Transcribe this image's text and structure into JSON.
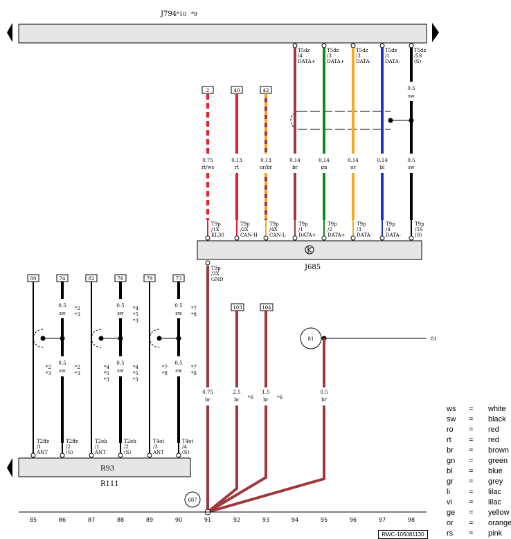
{
  "top_unit": {
    "label": "J794",
    "notes": [
      "*10",
      "*9"
    ]
  },
  "bottom_unit": {
    "label": "R93",
    "sublabel": "R111"
  },
  "mid_unit": {
    "label": "J685"
  },
  "columns": [
    "85",
    "86",
    "87",
    "88",
    "89",
    "90",
    "91",
    "92",
    "93",
    "94",
    "95",
    "96",
    "97",
    "98"
  ],
  "upper_wires": [
    {
      "ref": "2",
      "top": "",
      "size": "0.75",
      "color": "rt/ws",
      "pin": "T9p",
      "pin2": "/1X",
      "pin3": "KL30",
      "stroke": "#ee1c24",
      "stroke2": "#ffffff",
      "dashed": true
    },
    {
      "ref": "40",
      "top": "",
      "size": "0.13",
      "color": "rt",
      "pin": "T9p",
      "pin2": "/2X",
      "pin3": "CAN-H",
      "stroke": "#ee1c24"
    },
    {
      "ref": "42",
      "top": "",
      "size": "0.13",
      "color": "or/br",
      "pin": "T9p",
      "pin2": "/4X",
      "pin3": "CAN-L",
      "stroke": "#f7a823",
      "stroke2": "#a0373c"
    },
    {
      "ref": "",
      "top": "T5dz /4 DATA+",
      "size": "0.14",
      "color": "br",
      "pin": "T9p",
      "pin2": "/1",
      "pin3": "DATA+",
      "stroke": "#a0373c"
    },
    {
      "ref": "",
      "top": "T5dz /3 DATA+",
      "size": "0.14",
      "color": "gn",
      "pin": "T9p",
      "pin2": "/2",
      "pin3": "DATA+",
      "stroke": "#0e8a1e"
    },
    {
      "ref": "",
      "top": "T5dz /3 DATA-",
      "size": "0.14",
      "color": "or",
      "pin": "T9p",
      "pin2": "/3",
      "pin3": "DATA-",
      "stroke": "#f7a823"
    },
    {
      "ref": "",
      "top": "T5dz /1 DATA-",
      "size": "0.14",
      "color": "bl",
      "pin": "T9p",
      "pin2": "/4",
      "pin3": "DATA-",
      "stroke": "#1a2fd6"
    },
    {
      "ref": "",
      "top": "T5dz /5S (S)",
      "size": "0.5",
      "color": "sw",
      "pin": "T9p",
      "pin2": "/5S",
      "pin3": "(S)",
      "stroke": "#000000"
    }
  ],
  "gnd_pin": {
    "pin": "T9p",
    "pin2": "/3X",
    "pin3": "GND"
  },
  "upper_black_top_size": "0.5",
  "upper_black_top_color": "sw",
  "lower_wires": [
    {
      "ref": "80",
      "size": "",
      "color": "",
      "conn": "T2ffe",
      "conn2": "/1",
      "conn3": "ANT",
      "notes": [
        "*2",
        "*3"
      ]
    },
    {
      "ref": "74",
      "size": "0.5",
      "color": "sw",
      "conn": "T2ffe",
      "conn2": "/2",
      "conn3": "(S)",
      "notes_top": [
        "*2",
        "*3"
      ],
      "notes": [
        "*2",
        "*3"
      ]
    },
    {
      "ref": "82",
      "size": "",
      "color": "",
      "conn": "T2eb",
      "conn2": "/1",
      "conn3": "ANT",
      "notes": [
        "*4",
        "*5",
        "*3"
      ]
    },
    {
      "ref": "76",
      "size": "0.5",
      "color": "sw",
      "conn": "T2eb",
      "conn2": "/2",
      "conn3": "(S)",
      "notes_top": [
        "*4",
        "*5",
        "*3"
      ],
      "notes": [
        "*4",
        "*5",
        "*3"
      ]
    },
    {
      "ref": "79",
      "size": "",
      "color": "",
      "conn": "T4ot",
      "conn2": "/3",
      "conn3": "ANT",
      "notes": [
        "*7",
        "*8"
      ]
    },
    {
      "ref": "73",
      "size": "0.5",
      "color": "sw",
      "conn": "T4ot",
      "conn2": "/4",
      "conn3": "(S)",
      "notes_top": [
        "*7",
        "*8"
      ],
      "notes": [
        "*7",
        "*8"
      ]
    }
  ],
  "ground_wires": [
    {
      "ref": "",
      "size": "0.75",
      "color": "br"
    },
    {
      "ref": "103",
      "size": "2.5",
      "color": "br",
      "note": "*6"
    },
    {
      "ref": "104",
      "size": "1.5",
      "color": "br",
      "note": "*6"
    },
    {
      "ref": "81",
      "size": "0.5",
      "color": "br"
    }
  ],
  "ground_point": "687",
  "off_page_ref": "81",
  "doc_ref": "RWC-105081130",
  "legend": [
    {
      "code": "ws",
      "eq": "=",
      "name": "white"
    },
    {
      "code": "sw",
      "eq": "=",
      "name": "black"
    },
    {
      "code": "ro",
      "eq": "=",
      "name": "red"
    },
    {
      "code": "rt",
      "eq": "=",
      "name": "red"
    },
    {
      "code": "br",
      "eq": "=",
      "name": "brown"
    },
    {
      "code": "gn",
      "eq": "=",
      "name": "green"
    },
    {
      "code": "bl",
      "eq": "=",
      "name": "blue"
    },
    {
      "code": "gr",
      "eq": "=",
      "name": "grey"
    },
    {
      "code": "li",
      "eq": "=",
      "name": "lilac"
    },
    {
      "code": "vi",
      "eq": "=",
      "name": "lilac"
    },
    {
      "code": "ge",
      "eq": "=",
      "name": "yellow"
    },
    {
      "code": "or",
      "eq": "=",
      "name": "orange"
    },
    {
      "code": "rs",
      "eq": "=",
      "name": "pink"
    }
  ],
  "colors": {
    "brown": "#a0373c",
    "grey_box": "#e6e6e6"
  }
}
